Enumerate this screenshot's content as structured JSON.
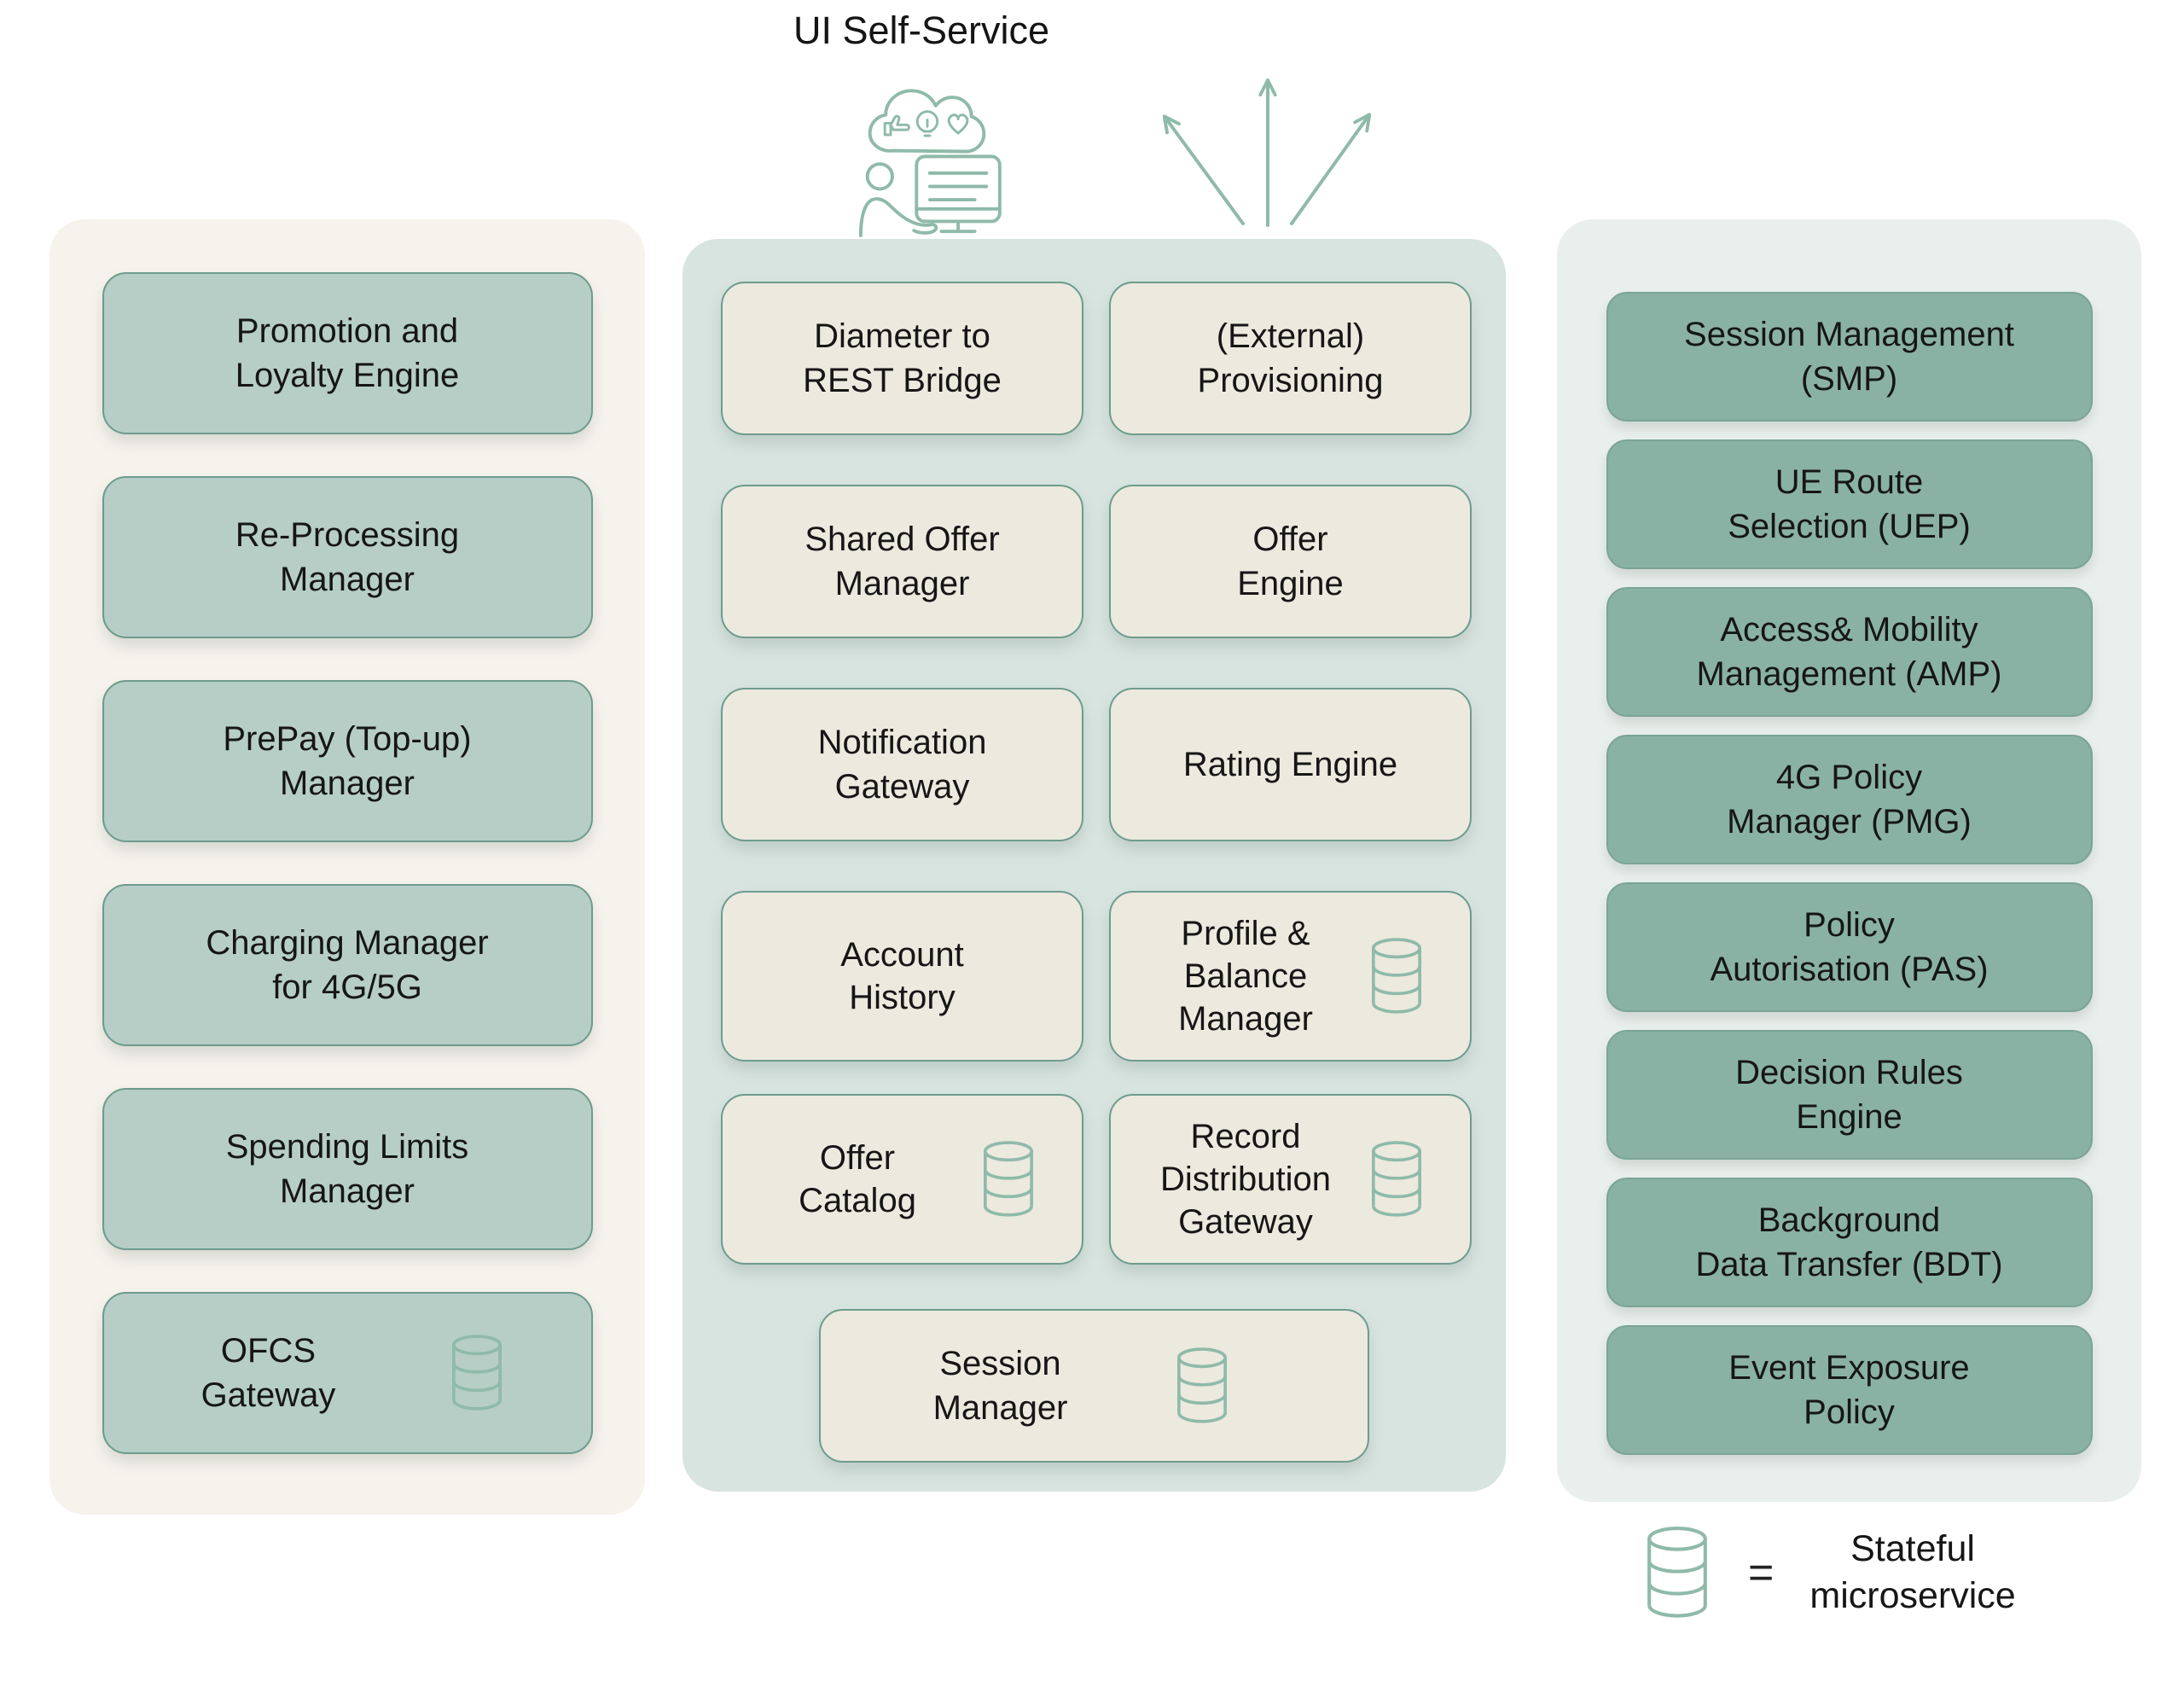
{
  "title": "UI Self-Service",
  "colors": {
    "page_bg": "#ffffff",
    "left_panel_bg": "#f6f3ec",
    "middle_panel_bg": "#d7e4df",
    "right_panel_bg": "#e9efec",
    "left_box_bg": "#b6cec6",
    "middle_box_bg": "#ece9de",
    "right_box_bg": "#8ab2a4",
    "box_border": "#6d9c8e",
    "icon_stroke": "#8fbaa9",
    "text": "#161616"
  },
  "icons": {
    "stateful_marker": "database-icon",
    "header": "user-at-computer-icon",
    "arrows": "fan-out-arrows-icon"
  },
  "panels": {
    "left": {
      "boxes": [
        {
          "label": "Promotion and\nLoyalty Engine",
          "stateful": false
        },
        {
          "label": "Re-Processing\nManager",
          "stateful": false
        },
        {
          "label": "PrePay (Top-up)\nManager",
          "stateful": false
        },
        {
          "label": "Charging Manager\nfor 4G/5G",
          "stateful": false
        },
        {
          "label": "Spending Limits\nManager",
          "stateful": false
        },
        {
          "label": "OFCS\nGateway",
          "stateful": true
        }
      ]
    },
    "middle": {
      "boxes": [
        {
          "label": "Diameter to\nREST Bridge",
          "stateful": false
        },
        {
          "label": "(External)\nProvisioning",
          "stateful": false
        },
        {
          "label": "Shared Offer\nManager",
          "stateful": false
        },
        {
          "label": "Offer\nEngine",
          "stateful": false
        },
        {
          "label": "Notification\nGateway",
          "stateful": false
        },
        {
          "label": "Rating Engine",
          "stateful": false
        },
        {
          "label": "Account\nHistory",
          "stateful": false
        },
        {
          "label": "Profile &\nBalance\nManager",
          "stateful": true
        },
        {
          "label": "Offer\nCatalog",
          "stateful": true
        },
        {
          "label": "Record\nDistribution\nGateway",
          "stateful": true
        },
        {
          "label": "Session\nManager",
          "stateful": true
        }
      ]
    },
    "right": {
      "boxes": [
        {
          "label": "Session Management\n(SMP)"
        },
        {
          "label": "UE Route\nSelection (UEP)"
        },
        {
          "label": "Access& Mobility\nManagement (AMP)"
        },
        {
          "label": "4G Policy\nManager (PMG)"
        },
        {
          "label": "Policy\nAutorisation (PAS)"
        },
        {
          "label": "Decision Rules\nEngine"
        },
        {
          "label": "Background\nData Transfer (BDT)"
        },
        {
          "label": "Event Exposure\nPolicy"
        }
      ]
    }
  },
  "legend": {
    "equals": "=",
    "label": "Stateful\nmicroservice"
  }
}
